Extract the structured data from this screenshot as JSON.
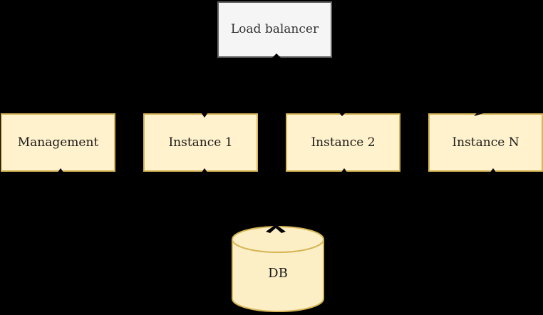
{
  "diagram": {
    "background": "#000000",
    "arrow_color": "#000000",
    "nodes": {
      "load_balancer": {
        "label": "Load balancer",
        "fill": "#F5F5F5",
        "stroke": "#666666",
        "shape": "rectangle"
      },
      "management": {
        "label": "Management",
        "fill": "#FFF2CC",
        "stroke": "#D6B656",
        "shape": "rectangle"
      },
      "instance_1": {
        "label": "Instance 1",
        "fill": "#FFF2CC",
        "stroke": "#D6B656",
        "shape": "rectangle"
      },
      "instance_2": {
        "label": "Instance 2",
        "fill": "#FFF2CC",
        "stroke": "#D6B656",
        "shape": "rectangle"
      },
      "instance_n": {
        "label": "Instance N",
        "fill": "#FFF2CC",
        "stroke": "#D6B656",
        "shape": "rectangle"
      },
      "db": {
        "label": "DB",
        "fill": "#FFF2CC",
        "stroke": "#D6B656",
        "shape": "cylinder"
      }
    },
    "edges": {
      "connections": [
        {
          "from": "load_balancer",
          "to": "instance_1"
        },
        {
          "from": "load_balancer",
          "to": "instance_2"
        },
        {
          "from": "load_balancer",
          "to": "instance_n"
        },
        {
          "from": "management",
          "to": "db"
        },
        {
          "from": "instance_1",
          "to": "db"
        },
        {
          "from": "instance_2",
          "to": "db"
        },
        {
          "from": "instance_n",
          "to": "db"
        }
      ]
    }
  }
}
